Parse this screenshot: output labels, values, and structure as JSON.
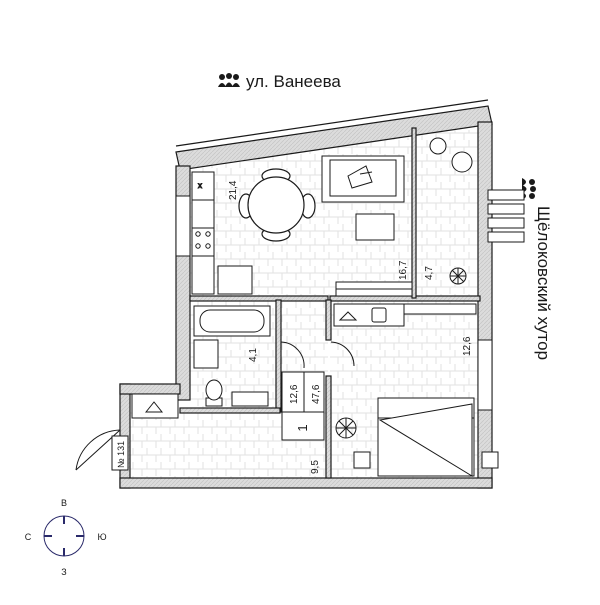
{
  "plan": {
    "north_street": "ул. Ванеева",
    "east_street": "Щёлоковский хутор",
    "rooms": {
      "kitchen_living_area": "21,4",
      "living_zone_area": "16,7",
      "balcony_area": "4,7",
      "bathroom_area": "4,1",
      "bedroom_area": "12,6",
      "hall_area": "9,5"
    },
    "summary": {
      "room_count": "1",
      "living_area": "12,6",
      "total_area": "47,6"
    },
    "apartment_number": "№ 131"
  },
  "compass": {
    "north": "В",
    "east": "Ю",
    "south": "З",
    "west": "С"
  },
  "colors": {
    "wall_fill": "#e6e6e6",
    "line": "#1a1a1a",
    "floor_hatch": "#d9d9d9"
  },
  "icons": [
    "people-group-icon",
    "compass-icon",
    "stove-icon",
    "sofa-icon",
    "bath-icon",
    "toilet-icon",
    "bed-icon",
    "plant-icon",
    "wardrobe-icon"
  ]
}
